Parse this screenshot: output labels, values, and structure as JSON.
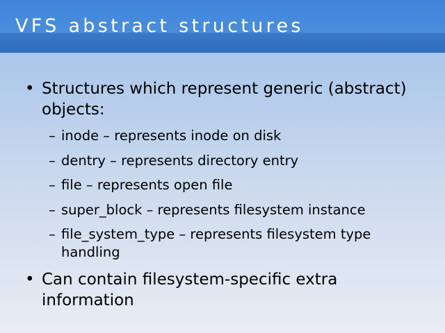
{
  "slide": {
    "title": "VFS abstract structures",
    "bullets": [
      {
        "text": "Structures which represent generic (abstract) objects:",
        "sub": [
          "inode – represents inode on disk",
          "dentry – represents directory entry",
          "file – represents open file",
          "super_block – represents filesystem instance",
          "file_system_type – represents filesystem type handling"
        ]
      },
      {
        "text": "Can contain filesystem-specific extra information"
      }
    ],
    "bullet_glyph": "•",
    "sub_bullet_glyph": "–"
  }
}
